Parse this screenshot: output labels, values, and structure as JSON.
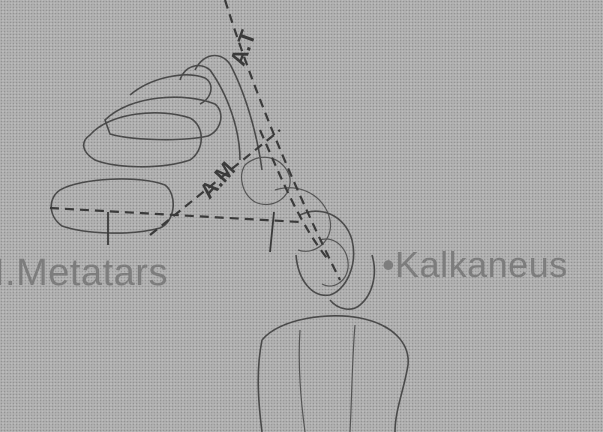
{
  "labels": {
    "left": "I.Metatars",
    "right": "•Kalkaneus"
  },
  "sketch_annotations": {
    "upper_axis_letters": "A.T",
    "mid_axis_letters": "A.M"
  }
}
